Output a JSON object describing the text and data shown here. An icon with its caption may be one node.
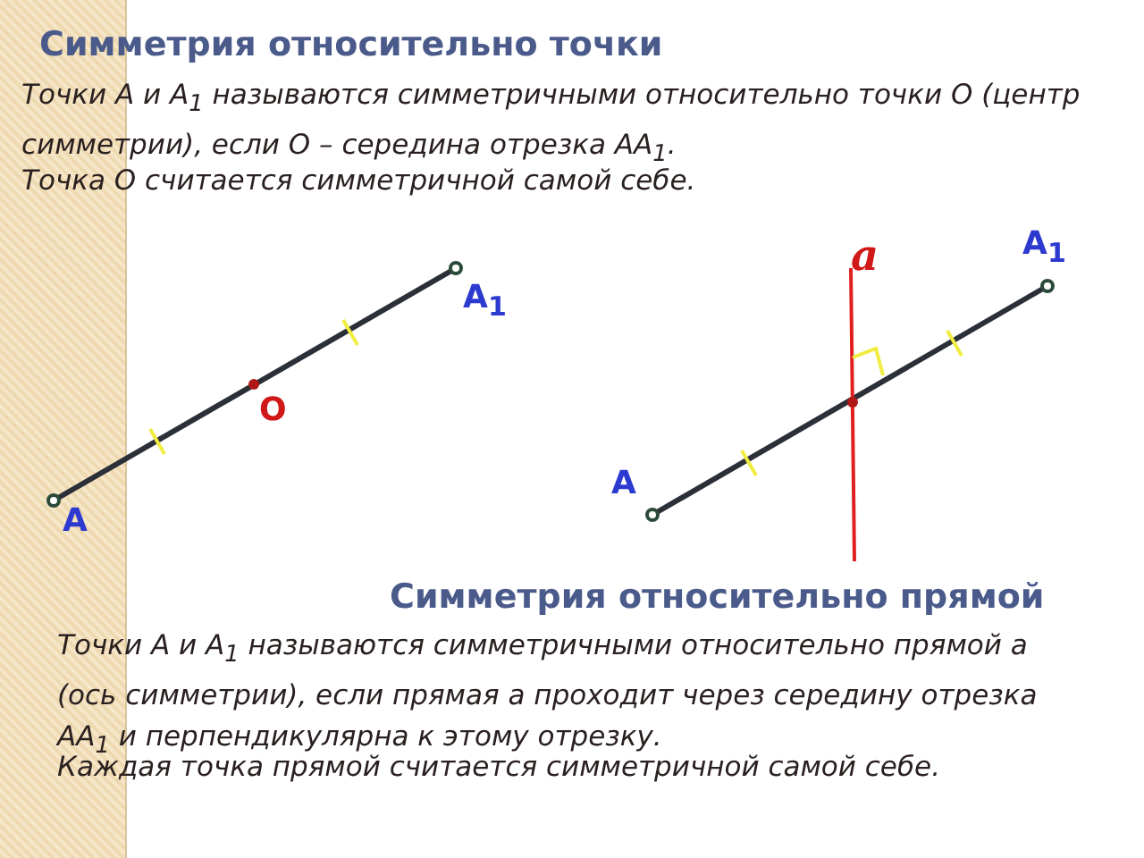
{
  "diagram": {
    "labels": [
      "Симметрия относительно точки",
      "Точки A и A$_{1}$ называются симметричными относительно точки O (центр симметрии), если O – середина отрезка AA$_{1}$.",
      "Точка O считается симметричной самой себе.",
      "a",
      "A$_{1}$",
      "A$_{1}$",
      "O",
      "A",
      "A",
      "Симметрия относительно прямой",
      "Точки A и A$_{1}$ называются симметричными относительно прямой a (ось симметрии), если прямая a проходит через середину отрезка AA$_{1}$ и перпендикулярна к этому отрезку.",
      "Каждая точка прямой считается симметричной самой себе."
    ]
  }
}
